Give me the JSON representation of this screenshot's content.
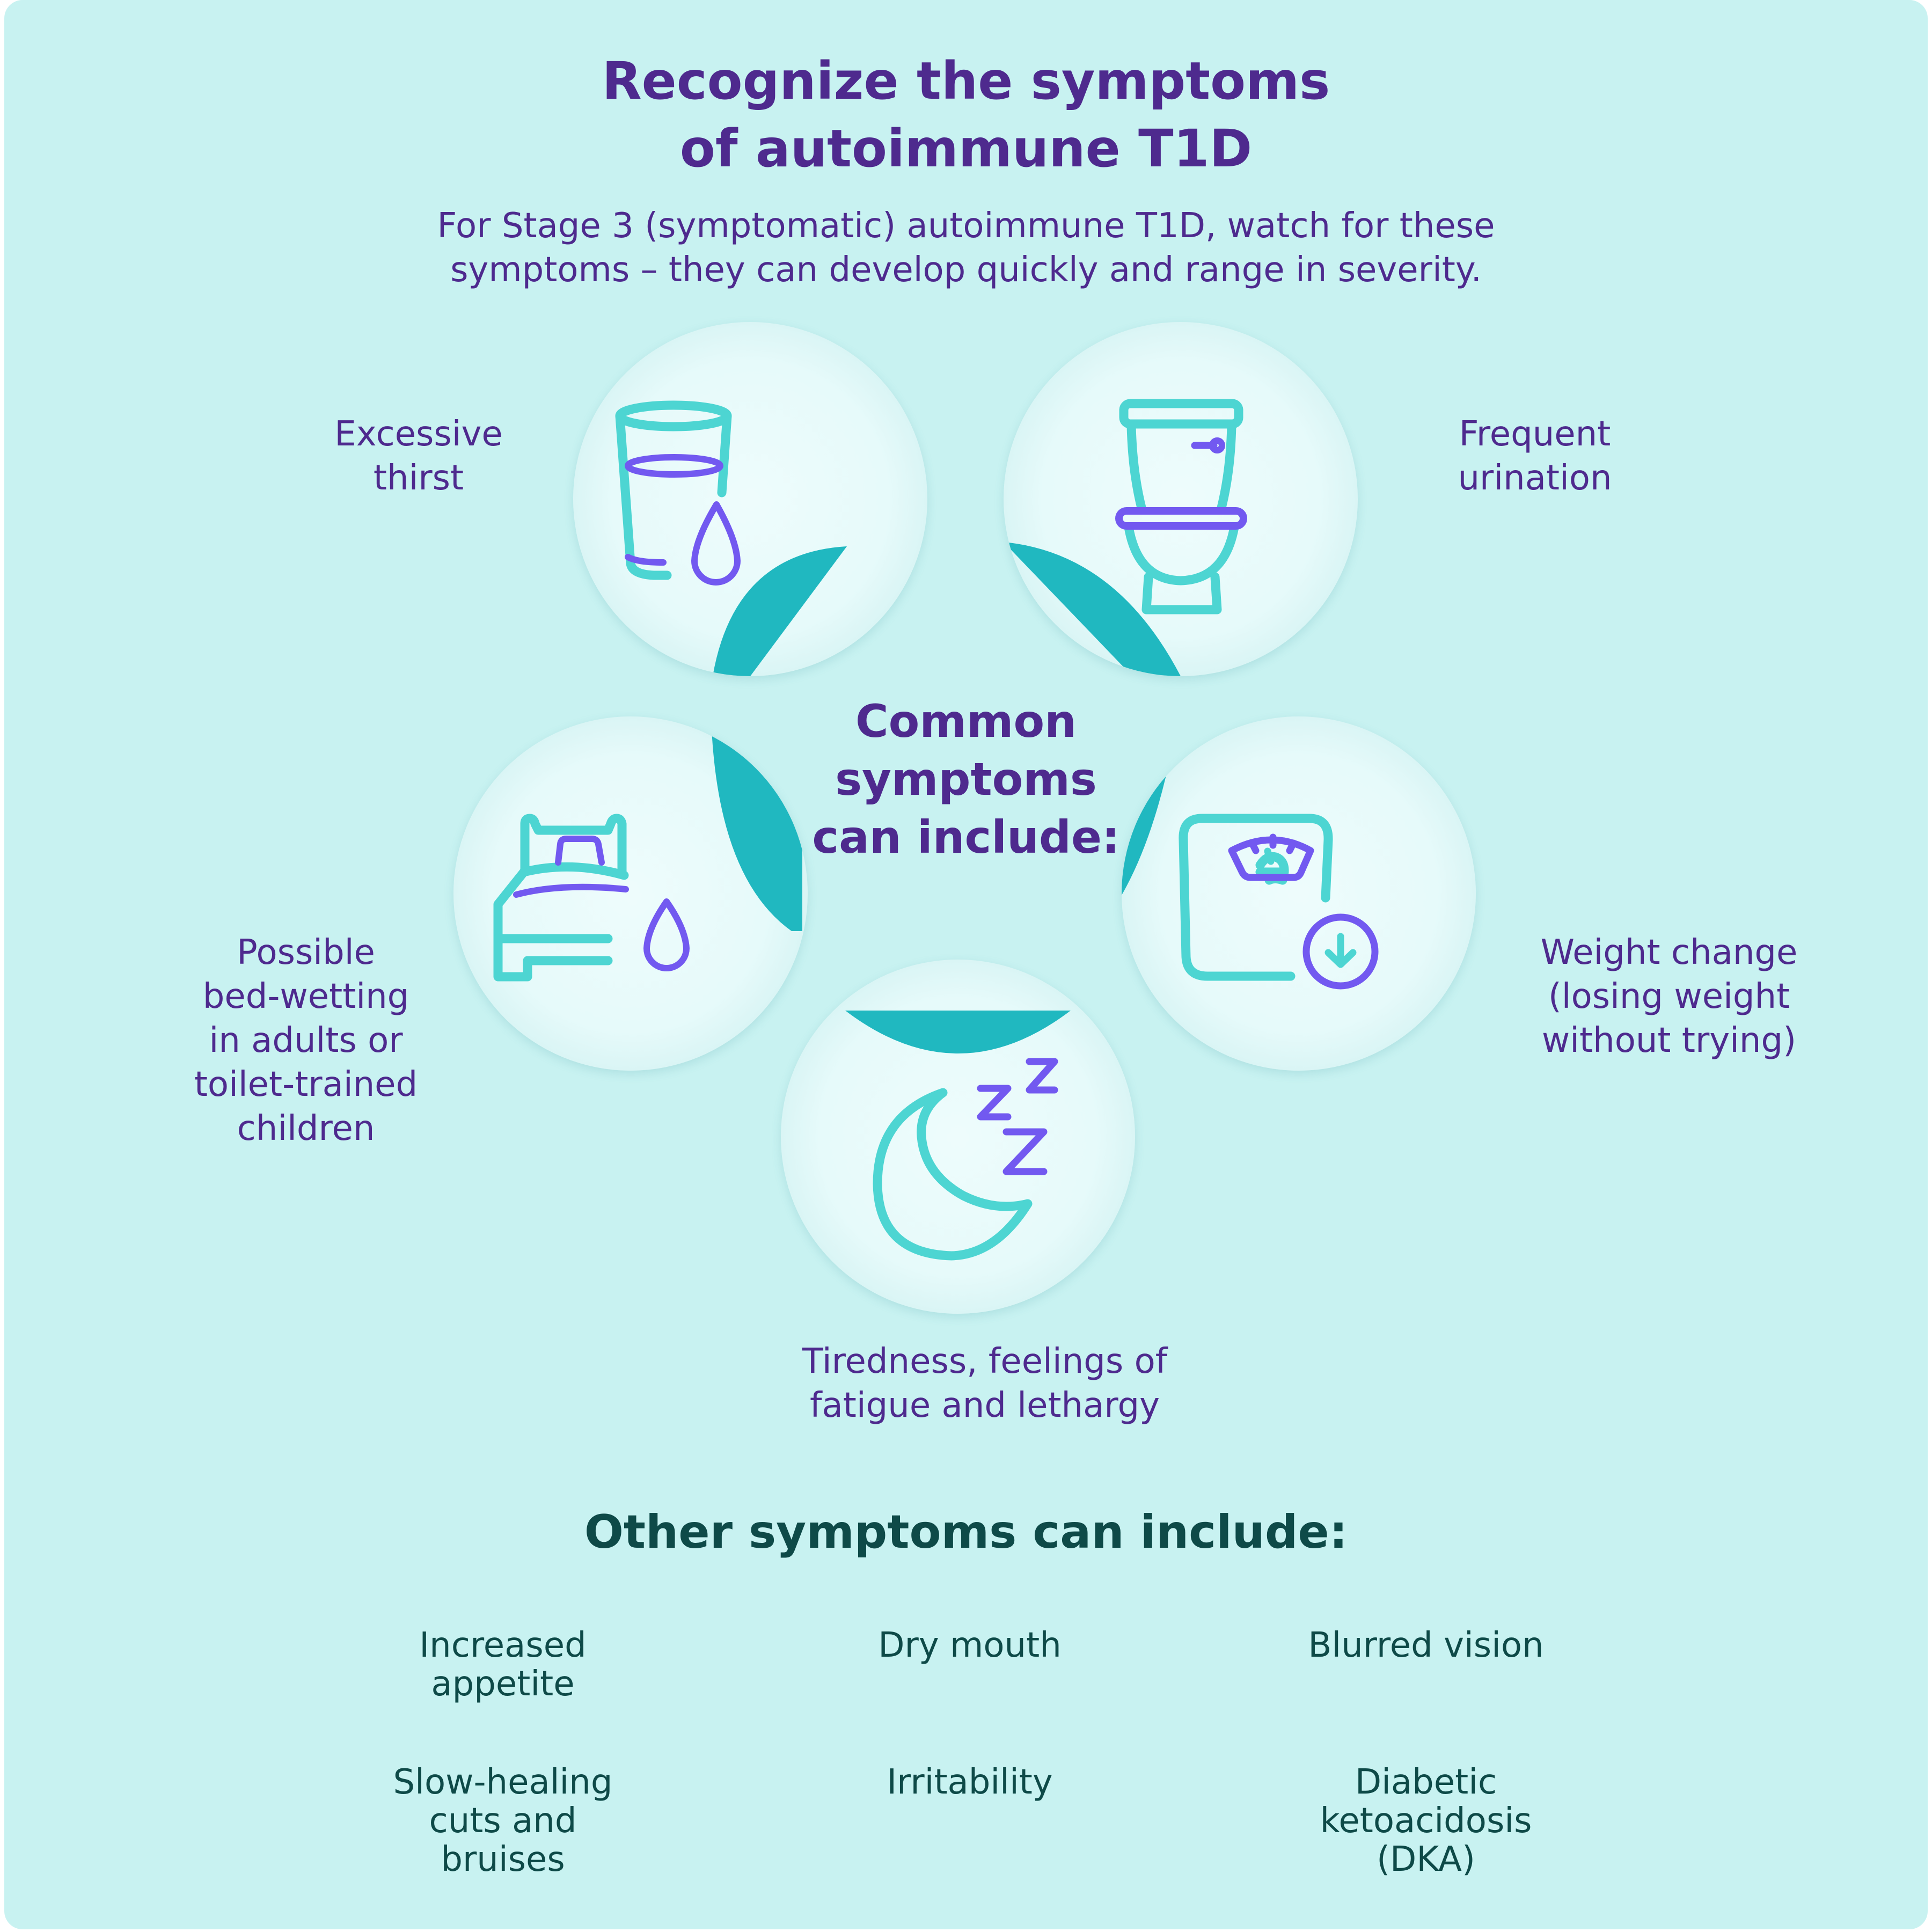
{
  "colors": {
    "background": "#C8F2F1",
    "primary_text": "#4E2A8E",
    "secondary_text": "#0E4A48",
    "icon_teal": "#4DD5D2",
    "icon_purple": "#7259F0",
    "accent_teal": "#20B8C0"
  },
  "header": {
    "title_lines": [
      "Recognize the symptoms",
      "of autoimmune T1D"
    ],
    "subtitle_lines": [
      "For Stage 3 (symptomatic) autoimmune T1D, watch for these",
      "symptoms – they can develop quickly and range in severity."
    ]
  },
  "common": {
    "heading_lines": [
      "Common",
      "symptoms",
      "can include:"
    ],
    "items": [
      {
        "icon": "glass-of-water-icon",
        "label_lines": [
          "Excessive",
          "thirst"
        ]
      },
      {
        "icon": "toilet-icon",
        "label_lines": [
          "Frequent",
          "urination"
        ]
      },
      {
        "icon": "bed-with-droplet-icon",
        "label_lines": [
          "Possible",
          "bed-wetting",
          "in adults or",
          "toilet-trained",
          "children"
        ]
      },
      {
        "icon": "weight-scale-down-icon",
        "label_lines": [
          "Weight change",
          "(losing weight",
          "without trying)"
        ]
      },
      {
        "icon": "moon-sleep-icon",
        "label_lines": [
          "Tiredness, feelings of",
          "fatigue and lethargy"
        ]
      }
    ]
  },
  "other": {
    "heading": "Other symptoms can include:",
    "items": [
      {
        "label_lines": [
          "Increased",
          "appetite"
        ]
      },
      {
        "label_lines": [
          "Dry mouth"
        ]
      },
      {
        "label_lines": [
          "Blurred vision"
        ]
      },
      {
        "label_lines": [
          "Slow-healing",
          "cuts and",
          "bruises"
        ]
      },
      {
        "label_lines": [
          "Irritability"
        ]
      },
      {
        "label_lines": [
          "Diabetic",
          "ketoacidosis",
          "(DKA)"
        ]
      }
    ]
  }
}
